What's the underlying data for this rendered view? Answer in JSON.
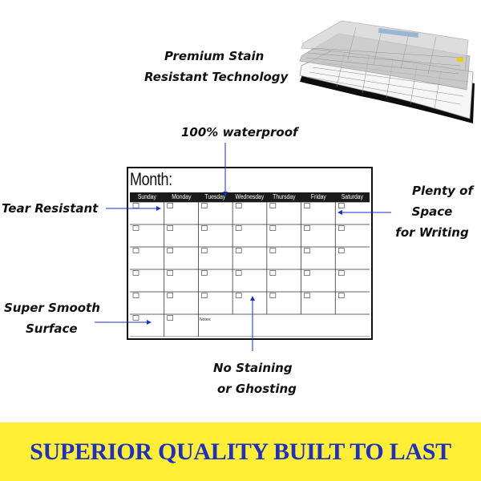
{
  "features": {
    "stain": [
      "Premium Stain",
      "Resistant Technology"
    ],
    "waterproof": [
      "100% waterproof"
    ],
    "tear": [
      "Tear Resistant"
    ],
    "space": [
      "Plenty of",
      "Space",
      "for Writing"
    ],
    "smooth": [
      "Super Smooth",
      "Surface"
    ],
    "staining": [
      "No Staining",
      "or Ghosting"
    ]
  },
  "calendar": {
    "title": "Month:",
    "days": [
      "Sunday",
      "Monday",
      "Tuesday",
      "Wednesday",
      "Thursday",
      "Friday",
      "Saturday"
    ],
    "notes_label": "Notes:"
  },
  "banner": {
    "text": "SUPERIOR QUALITY BUILT TO LAST"
  },
  "colors": {
    "banner_background": "#ffee33",
    "banner_text": "#1c2fc7",
    "arrow": "#1a2fc9"
  }
}
